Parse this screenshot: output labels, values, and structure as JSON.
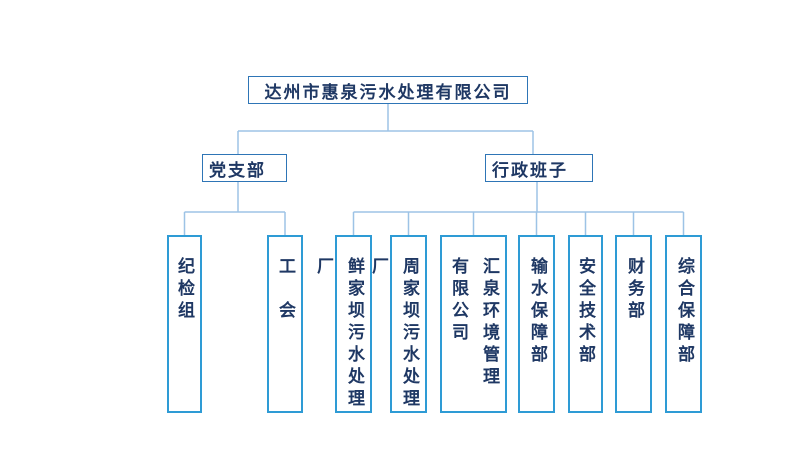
{
  "org_chart": {
    "root": {
      "label": "达州市惠泉污水处理有限公司"
    },
    "branches": [
      {
        "label": "党支部",
        "children": [
          {
            "label": "纪检组"
          },
          {
            "label": "工　会"
          }
        ]
      },
      {
        "label": "行政班子",
        "children": [
          {
            "label": "鲜家坝污水处理厂"
          },
          {
            "label": "周家坝污水处理厂"
          },
          {
            "label": "汇泉环境管理\n有限公司"
          },
          {
            "label": "输水保障部"
          },
          {
            "label": "安全技术部"
          },
          {
            "label": "财务部"
          },
          {
            "label": "综合保障部"
          }
        ]
      }
    ]
  },
  "colors": {
    "text": "#1F3864",
    "frame_border": "#2E75B6",
    "department_border": "#2E9BD5",
    "connector_line": "#9DC3E6",
    "background": "#FFFFFF"
  }
}
